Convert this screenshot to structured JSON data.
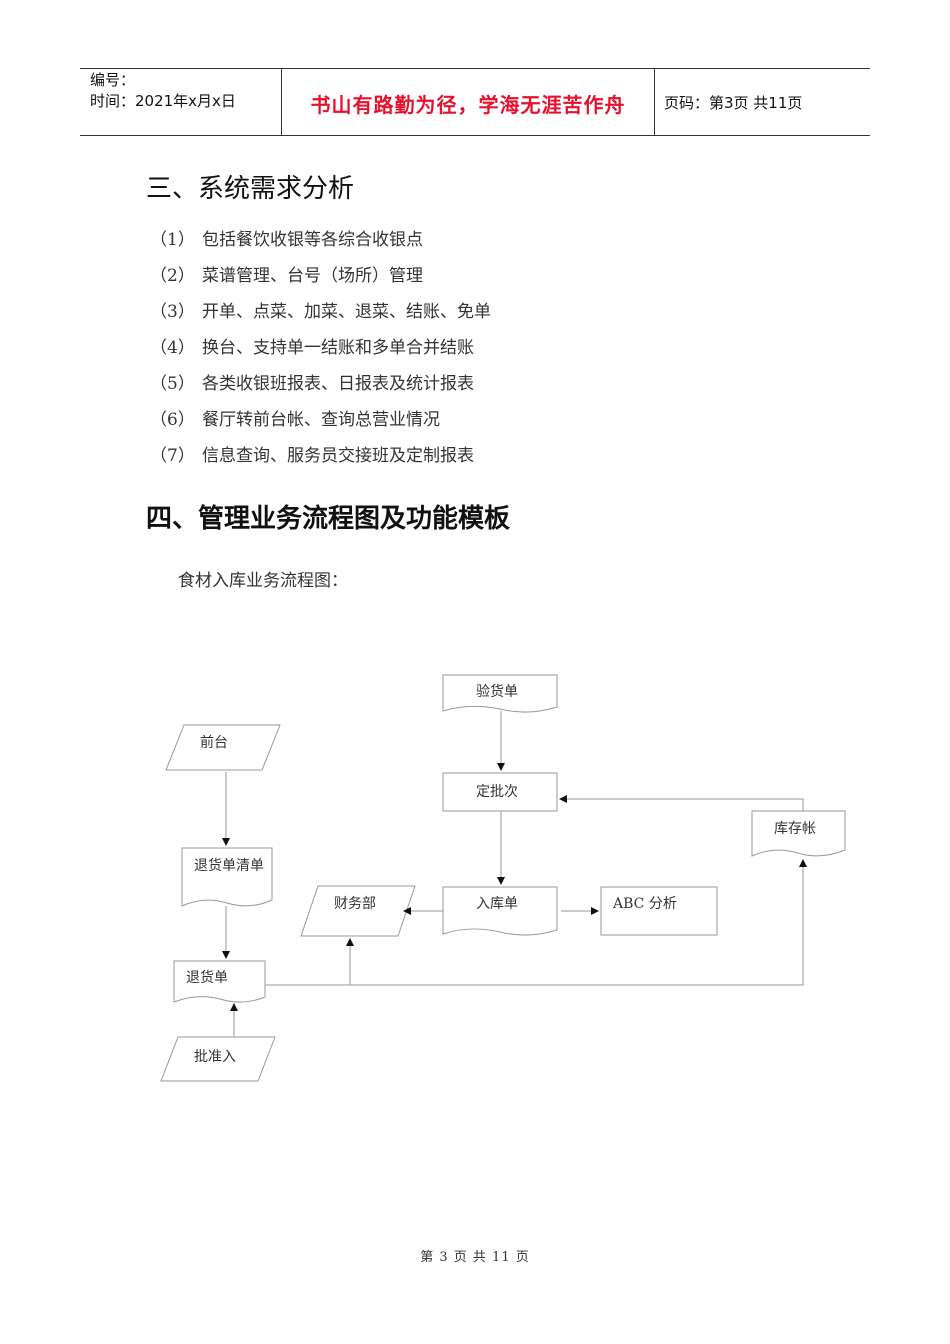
{
  "header": {
    "number_label": "编号：",
    "time_label": "时间：2021年x月x日",
    "motto": "书山有路勤为径，学海无涯苦作舟",
    "page_info": "页码：第3页 共11页"
  },
  "section3": {
    "title": "三、系统需求分析",
    "items": [
      {
        "num": "（1）",
        "text": "包括餐饮收银等各综合收银点"
      },
      {
        "num": "（2）",
        "text": "菜谱管理、台号（场所）管理"
      },
      {
        "num": "（3）",
        "text": "开单、点菜、加菜、退菜、结账、免单"
      },
      {
        "num": "（4）",
        "text": "换台、支持单一结账和多单合并结账"
      },
      {
        "num": "（5）",
        "text": "各类收银班报表、日报表及统计报表"
      },
      {
        "num": "（6）",
        "text": "餐厅转前台帐、查询总营业情况"
      },
      {
        "num": "（7）",
        "text": "信息查询、服务员交接班及定制报表"
      }
    ]
  },
  "section4": {
    "title": "四、管理业务流程图及功能模板",
    "intro": "食材入库业务流程图："
  },
  "flowchart": {
    "nodes": {
      "yanhuodan": "验货单",
      "dingpici": "定批次",
      "kucunzhang": "库存帐",
      "qiantai": "前台",
      "tuihuodanqingdan": "退货单清单",
      "caiwubu": "财务部",
      "rukudan": "入库单",
      "abc": "ABC 分析",
      "tuihuodan": "退货单",
      "pizhunru": "批准入"
    }
  },
  "footer": {
    "text": "第 3 页 共 11 页"
  }
}
